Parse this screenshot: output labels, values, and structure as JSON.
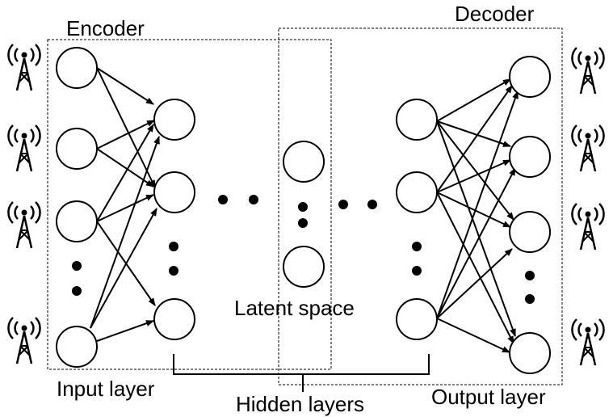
{
  "labels": {
    "encoder": "Encoder",
    "decoder": "Decoder",
    "latent_space": "Latent space",
    "input_layer": "Input layer",
    "hidden_layers": "Hidden layers",
    "output_layer": "Output layer"
  },
  "icons": {
    "antenna": "radio-tower-icon"
  },
  "colors": {
    "line": "#000000",
    "background": "#ffffff"
  }
}
